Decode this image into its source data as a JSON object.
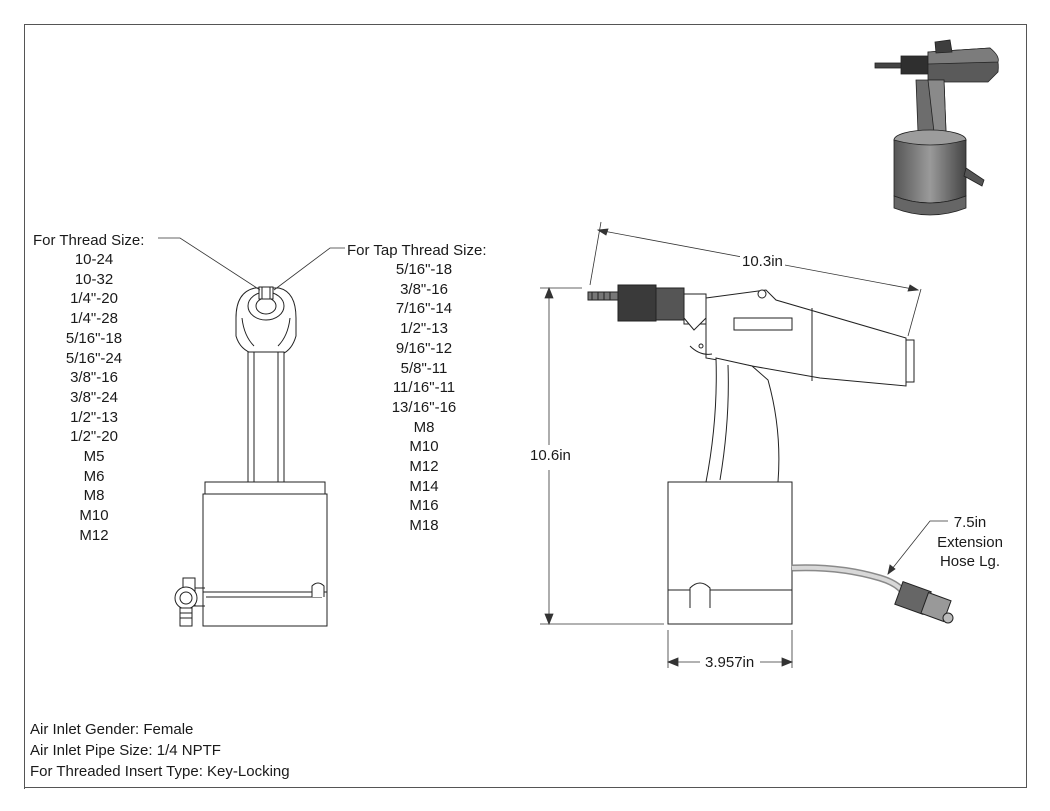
{
  "thread_sizes": {
    "title": "For Thread Size:",
    "items": [
      "10-24",
      "10-32",
      "1/4\"-20",
      "1/4\"-28",
      "5/16\"-18",
      "5/16\"-24",
      "3/8\"-16",
      "3/8\"-24",
      "1/2\"-13",
      "1/2\"-20",
      "M5",
      "M6",
      "M8",
      "M10",
      "M12"
    ]
  },
  "tap_thread_sizes": {
    "title": "For Tap Thread Size:",
    "items": [
      "5/16\"-18",
      "3/8\"-16",
      "7/16\"-14",
      "1/2\"-13",
      "9/16\"-12",
      "5/8\"-11",
      "11/16\"-11",
      "13/16\"-16",
      "M8",
      "M10",
      "M12",
      "M14",
      "M16",
      "M18"
    ]
  },
  "dimensions": {
    "length": "10.3in",
    "height": "10.6in",
    "base_width": "3.957in",
    "hose": [
      "7.5in",
      "Extension",
      "Hose Lg."
    ]
  },
  "notes": [
    "Air Inlet Gender: Female",
    "Air Inlet Pipe Size: 1/4 NPTF",
    "For Threaded Insert Type: Key-Locking"
  ],
  "colors": {
    "line": "#222222",
    "tool_dark": "#3a3a3a",
    "tool_mid": "#6b6b6b",
    "tool_light": "#9a9a9a"
  }
}
